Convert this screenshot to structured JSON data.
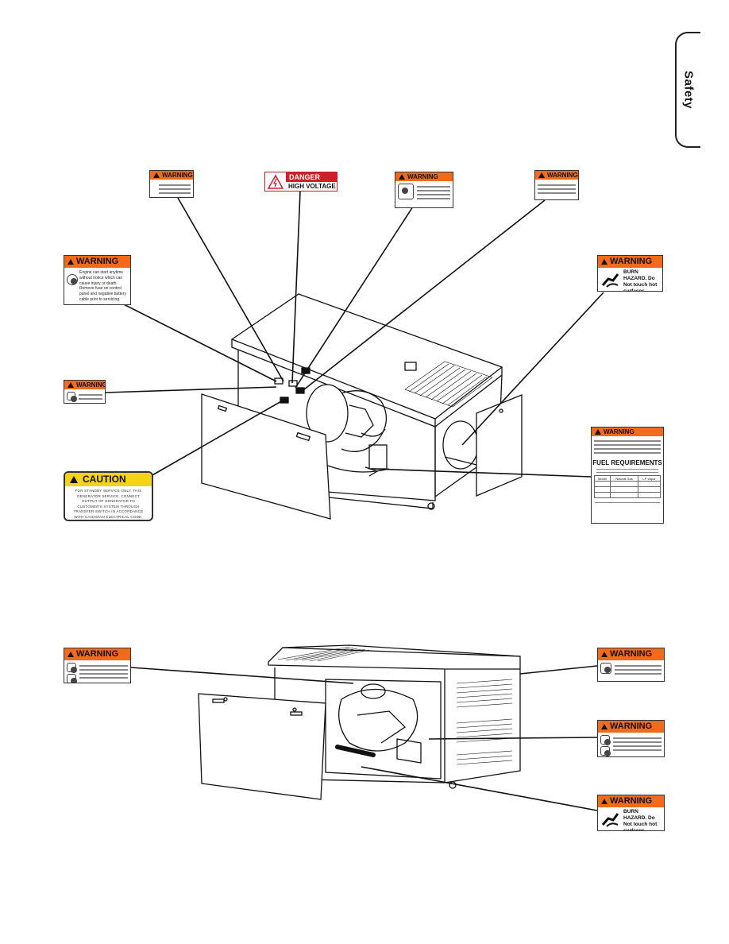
{
  "side_tab": {
    "label": "Safety"
  },
  "labels": {
    "warning_word": "WARNING",
    "danger_word": "DANGER",
    "danger_sub": "HIGH VOLTAGE",
    "caution_word": "CAUTION",
    "caution_text": "FOR STANDBY SERVICE ONLY. THIS GENERATOR SERVICE, CONNECT OUTPUT OF GENERATOR TO CUSTOMER'S SYSTEM THROUGH TRANSFER SWITCH IN ACCORDANCE WITH CANADIAN ELECTRICAL CODE, PART I",
    "engine_start_text": "Engine can start anytime without notice which can cause injury or death. Remove fuse on control panel and negative battery cable prior to servicing.",
    "burn_hazard_text": "BURN HAZARD. Do Not touch hot surfaces. Severe burn can result.",
    "fuel_title": "FUEL REQUIREMENTS",
    "fuel_columns": [
      "Model",
      "Natural Gas",
      "LP Vapor"
    ]
  },
  "colors": {
    "warning_orange": "#f26a1b",
    "danger_red": "#d11f2a",
    "caution_yellow": "#f7d21a"
  }
}
